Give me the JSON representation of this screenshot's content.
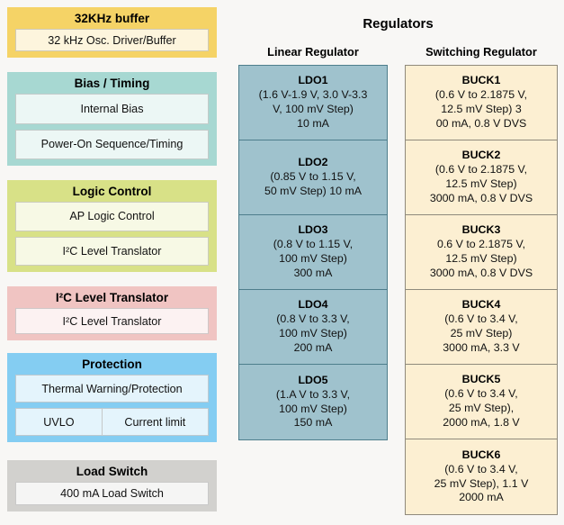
{
  "colors": {
    "page_bg": "#f8f7f5",
    "buffer": "#f5d366",
    "bias": "#a7d8d2",
    "logic": "#d8e187",
    "i2c": "#f0c4c2",
    "protection": "#84cdf2",
    "load": "#d2d1ce",
    "ldo_fill": "#9fc2cd",
    "ldo_border": "#4e7e8c",
    "buck_fill": "#fcefd2",
    "buck_border": "#8f8a7c"
  },
  "blocks": {
    "buffer": {
      "title": "32KHz buffer",
      "item": "32 kHz Osc. Driver/Buffer"
    },
    "bias": {
      "title": "Bias / Timing",
      "item1": "Internal Bias",
      "item2": "Power-On Sequence/Timing"
    },
    "logic": {
      "title": "Logic Control",
      "item1": "AP Logic Control",
      "item2": "I²C Level Translator"
    },
    "i2c": {
      "title": "I²C Level Translator",
      "item": "I²C Level Translator"
    },
    "protection": {
      "title": "Protection",
      "item1": "Thermal Warning/Protection",
      "item2": "UVLO",
      "item3": "Current limit"
    },
    "load": {
      "title": "Load Switch",
      "item": "400 mA Load Switch"
    }
  },
  "regulators": {
    "title": "Regulators",
    "linear_label": "Linear Regulator",
    "switching_label": "Switching Regulator",
    "ldo": [
      {
        "name": "LDO1",
        "lines": [
          "(1.6 V-1.9 V, 3.0 V-3.3",
          "V, 100 mV Step)",
          "10 mA"
        ]
      },
      {
        "name": "LDO2",
        "lines": [
          "(0.85 V to 1.15 V,",
          "50 mV Step) 10 mA",
          ""
        ]
      },
      {
        "name": "LDO3",
        "lines": [
          "(0.8 V to 1.15 V,",
          "100 mV Step)",
          "300 mA"
        ]
      },
      {
        "name": "LDO4",
        "lines": [
          "(0.8 V to 3.3 V,",
          "100 mV Step)",
          "200 mA"
        ]
      },
      {
        "name": "LDO5",
        "lines": [
          "(1.A V to 3.3 V,",
          "100 mV Step)",
          "150 mA"
        ]
      }
    ],
    "buck": [
      {
        "name": "BUCK1",
        "lines": [
          "(0.6 V to 2.1875 V,",
          "12.5 mV Step) 3",
          "00 mA, 0.8 V DVS"
        ]
      },
      {
        "name": "BUCK2",
        "lines": [
          "(0.6 V to 2.1875 V,",
          "12.5 mV Step)",
          "3000 mA, 0.8 V DVS"
        ]
      },
      {
        "name": "BUCK3",
        "lines": [
          "0.6 V to 2.1875 V,",
          "12.5 mV Step)",
          "3000 mA, 0.8 V DVS"
        ]
      },
      {
        "name": "BUCK4",
        "lines": [
          "(0.6 V to 3.4 V,",
          "25 mV Step)",
          "3000 mA, 3.3 V"
        ]
      },
      {
        "name": "BUCK5",
        "lines": [
          "(0.6 V to 3.4 V,",
          "25 mV Step),",
          "2000 mA, 1.8 V"
        ]
      },
      {
        "name": "BUCK6",
        "lines": [
          "(0.6 V to 3.4 V,",
          "25 mV Step), 1.1 V",
          "2000 mA"
        ]
      }
    ]
  }
}
